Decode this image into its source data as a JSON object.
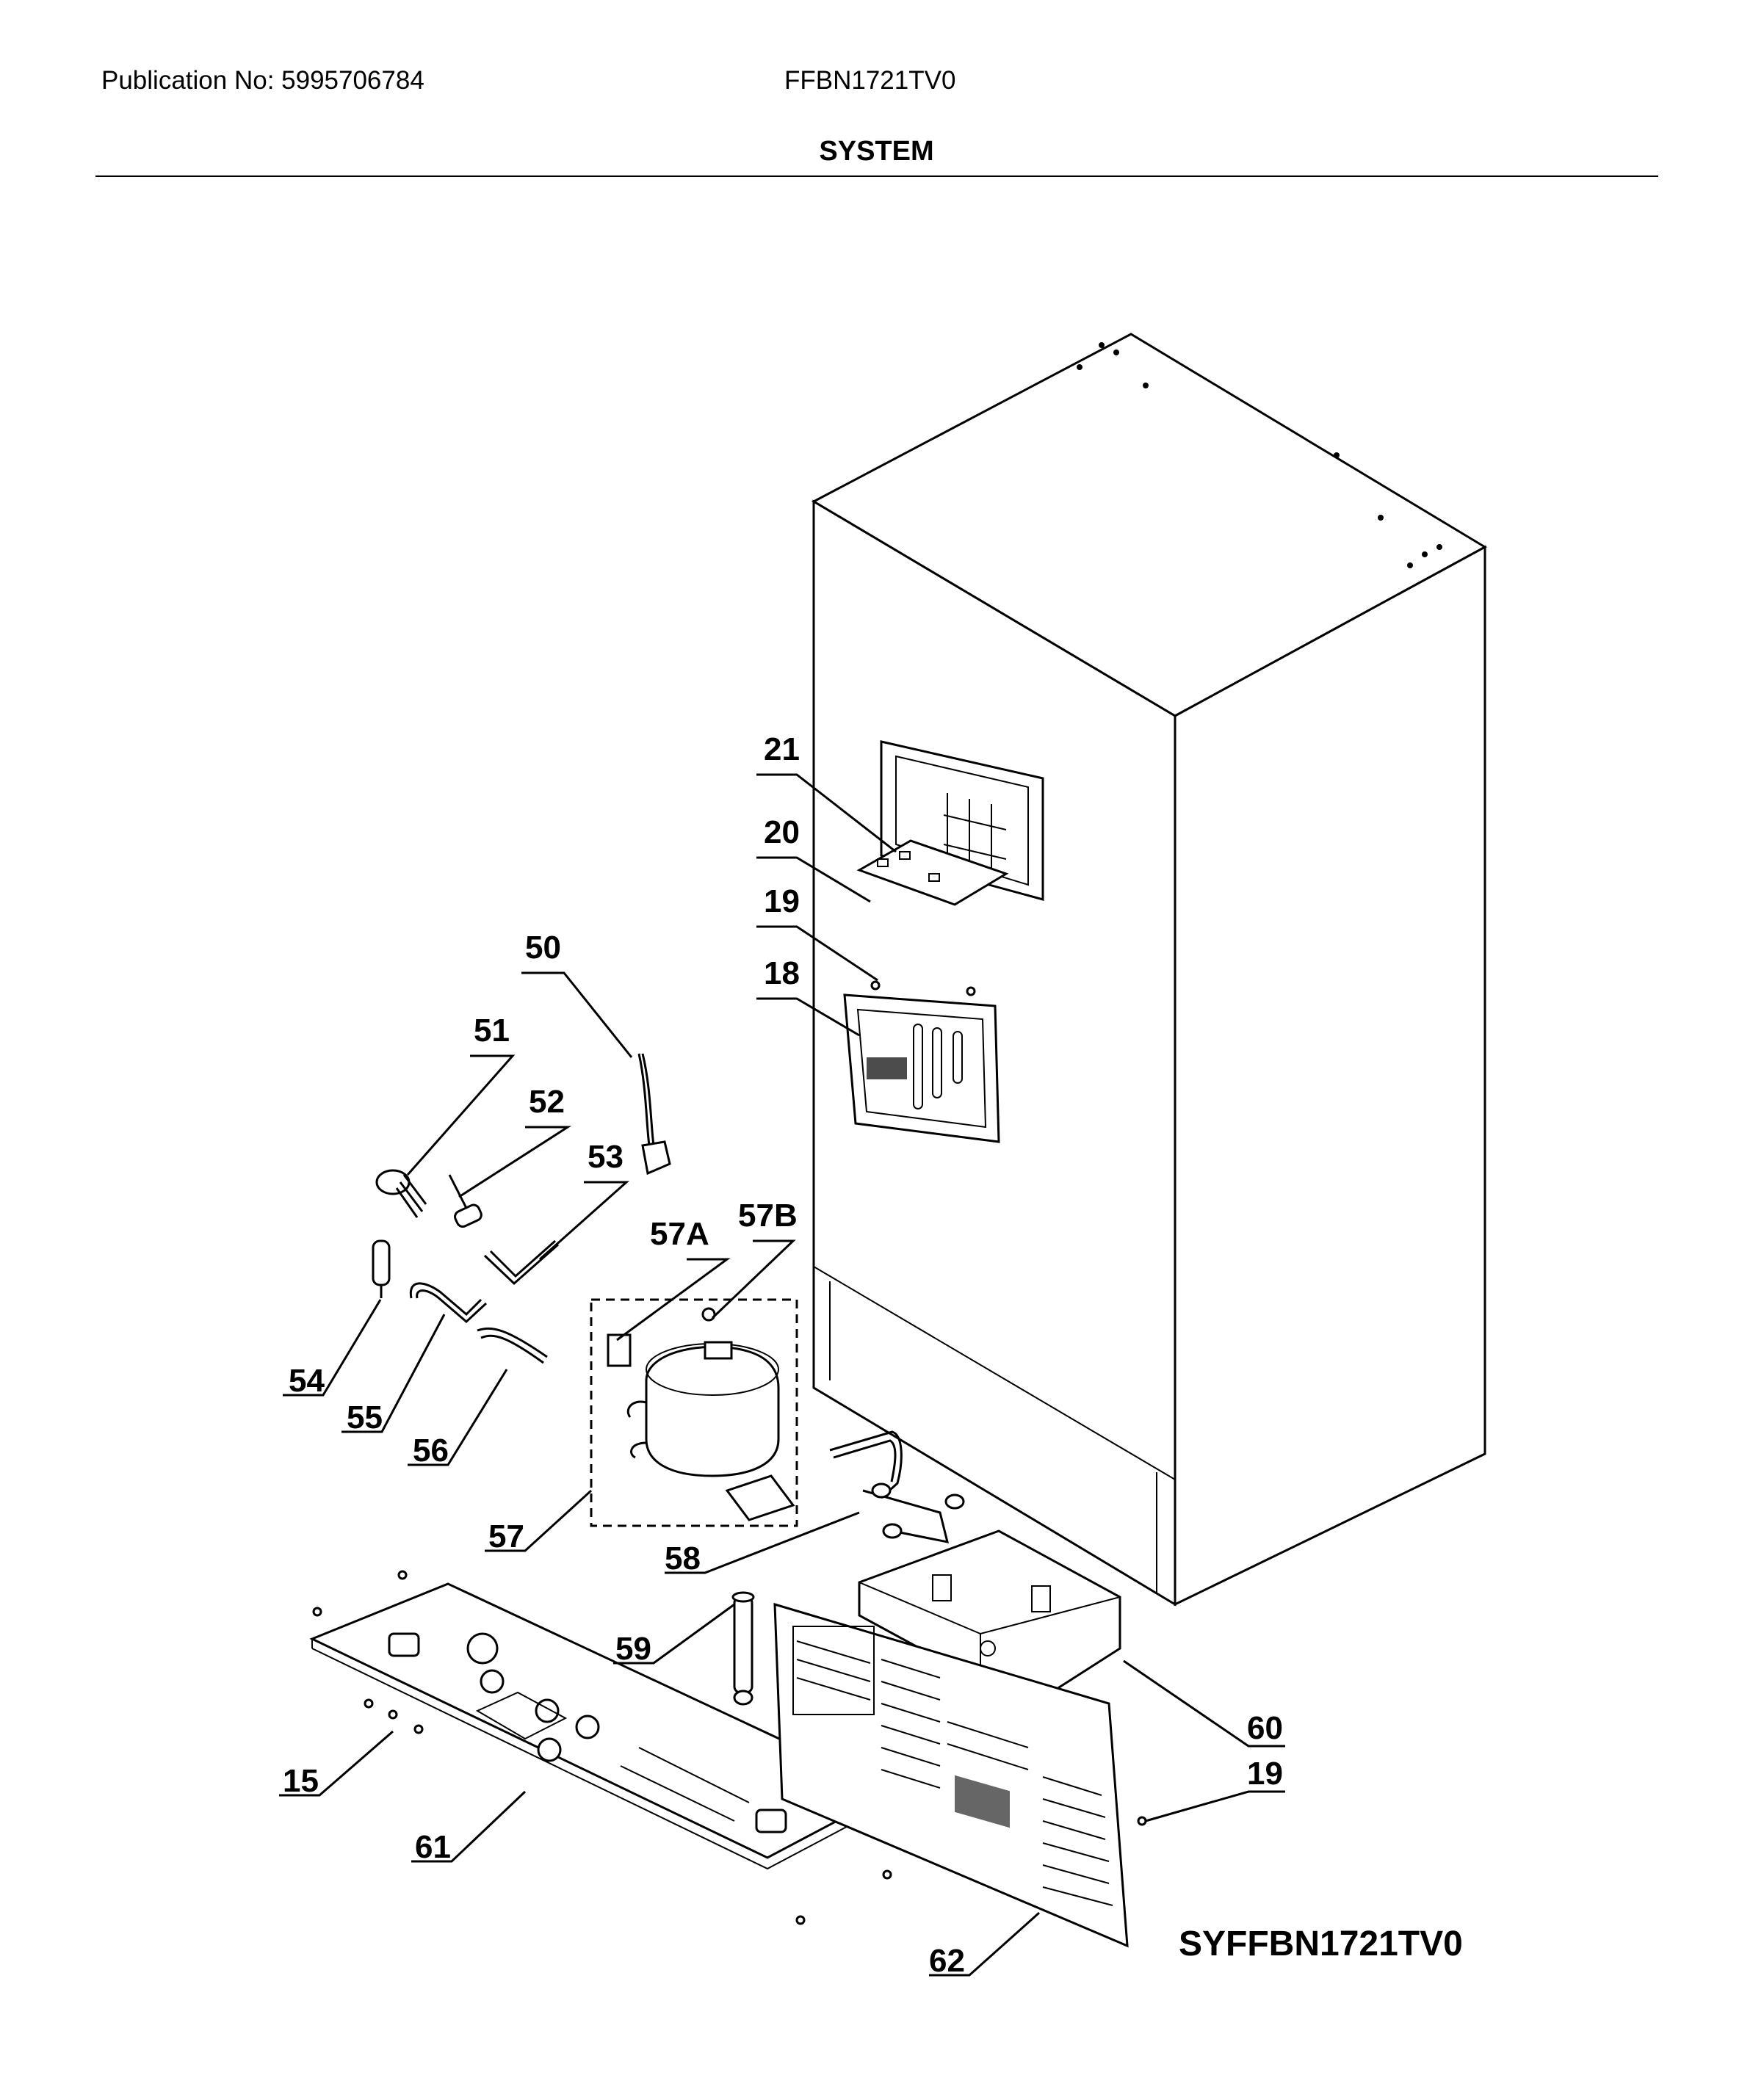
{
  "header": {
    "publication": "Publication No: 5995706784",
    "model": "FFBN1721TV0",
    "section_title": "SYSTEM"
  },
  "diagram_code": "SYFFBN1721TV0",
  "callouts": [
    "21",
    "20",
    "19",
    "18",
    "50",
    "51",
    "52",
    "53",
    "57B",
    "57A",
    "54",
    "55",
    "56",
    "57",
    "58",
    "59",
    "60",
    "15",
    "61",
    "62"
  ]
}
